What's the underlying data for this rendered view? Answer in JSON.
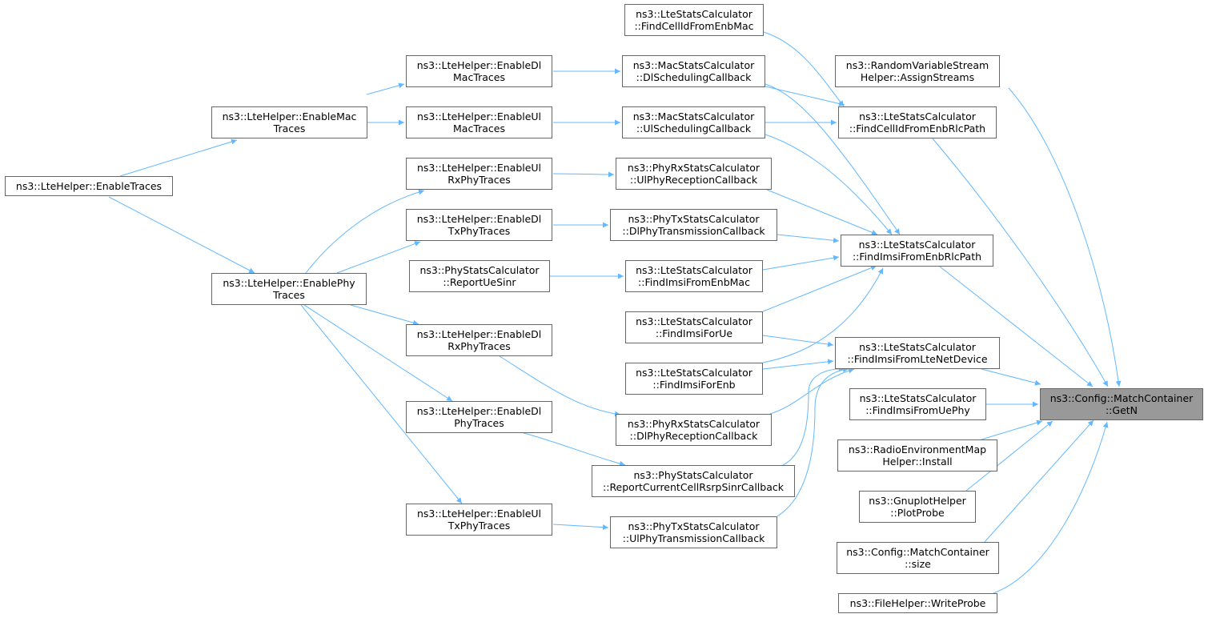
{
  "colors": {
    "edge": "#63b8ff",
    "node_border": "#666666",
    "node_fill": "#ffffff",
    "focus_fill": "#999999"
  },
  "nodes": {
    "enable_traces": {
      "lines": [
        "ns3::LteHelper::EnableTraces"
      ]
    },
    "enable_mac_traces": {
      "lines": [
        "ns3::LteHelper::EnableMac",
        "Traces"
      ]
    },
    "enable_phy_traces": {
      "lines": [
        "ns3::LteHelper::EnablePhy",
        "Traces"
      ]
    },
    "enable_dl_mac_traces": {
      "lines": [
        "ns3::LteHelper::EnableDl",
        "MacTraces"
      ]
    },
    "enable_ul_mac_traces": {
      "lines": [
        "ns3::LteHelper::EnableUl",
        "MacTraces"
      ]
    },
    "enable_ul_rx_phy_traces": {
      "lines": [
        "ns3::LteHelper::EnableUl",
        "RxPhyTraces"
      ]
    },
    "enable_dl_tx_phy_traces": {
      "lines": [
        "ns3::LteHelper::EnableDl",
        "TxPhyTraces"
      ]
    },
    "report_ue_sinr": {
      "lines": [
        "ns3::PhyStatsCalculator",
        "::ReportUeSinr"
      ]
    },
    "enable_dl_rx_phy_traces": {
      "lines": [
        "ns3::LteHelper::EnableDl",
        "RxPhyTraces"
      ]
    },
    "enable_dl_phy_traces": {
      "lines": [
        "ns3::LteHelper::EnableDl",
        "PhyTraces"
      ]
    },
    "enable_ul_tx_phy_traces": {
      "lines": [
        "ns3::LteHelper::EnableUl",
        "TxPhyTraces"
      ]
    },
    "find_cellid_from_enb_mac": {
      "lines": [
        "ns3::LteStatsCalculator",
        "::FindCellIdFromEnbMac"
      ]
    },
    "dl_scheduling_callback": {
      "lines": [
        "ns3::MacStatsCalculator",
        "::DlSchedulingCallback"
      ]
    },
    "ul_scheduling_callback": {
      "lines": [
        "ns3::MacStatsCalculator",
        "::UlSchedulingCallback"
      ]
    },
    "ul_phy_reception_callback": {
      "lines": [
        "ns3::PhyRxStatsCalculator",
        "::UlPhyReceptionCallback"
      ]
    },
    "dl_phy_transmission_callback": {
      "lines": [
        "ns3::PhyTxStatsCalculator",
        "::DlPhyTransmissionCallback"
      ]
    },
    "find_imsi_from_enb_mac": {
      "lines": [
        "ns3::LteStatsCalculator",
        "::FindImsiFromEnbMac"
      ]
    },
    "find_imsi_for_ue": {
      "lines": [
        "ns3::LteStatsCalculator",
        "::FindImsiForUe"
      ]
    },
    "find_imsi_for_enb": {
      "lines": [
        "ns3::LteStatsCalculator",
        "::FindImsiForEnb"
      ]
    },
    "dl_phy_reception_callback": {
      "lines": [
        "ns3::PhyRxStatsCalculator",
        "::DlPhyReceptionCallback"
      ]
    },
    "report_current_cell_rsrp_sinr": {
      "lines": [
        "ns3::PhyStatsCalculator",
        "::ReportCurrentCellRsrpSinrCallback"
      ]
    },
    "ul_phy_transmission_callback": {
      "lines": [
        "ns3::PhyTxStatsCalculator",
        "::UlPhyTransmissionCallback"
      ]
    },
    "random_variable_stream_helper": {
      "lines": [
        "ns3::RandomVariableStream",
        "Helper::AssignStreams"
      ]
    },
    "find_cellid_from_enb_rlc_path": {
      "lines": [
        "ns3::LteStatsCalculator",
        "::FindCellIdFromEnbRlcPath"
      ]
    },
    "find_imsi_from_enb_rlc_path": {
      "lines": [
        "ns3::LteStatsCalculator",
        "::FindImsiFromEnbRlcPath"
      ]
    },
    "find_imsi_from_lte_net_device": {
      "lines": [
        "ns3::LteStatsCalculator",
        "::FindImsiFromLteNetDevice"
      ]
    },
    "find_imsi_from_ue_phy": {
      "lines": [
        "ns3::LteStatsCalculator",
        "::FindImsiFromUePhy"
      ]
    },
    "radio_environment_map_helper": {
      "lines": [
        "ns3::RadioEnvironmentMap",
        "Helper::Install"
      ]
    },
    "gnuplot_helper_plot_probe": {
      "lines": [
        "ns3::GnuplotHelper",
        "::PlotProbe"
      ]
    },
    "match_container_size": {
      "lines": [
        "ns3::Config::MatchContainer",
        "::size"
      ]
    },
    "file_helper_write_probe": {
      "lines": [
        "ns3::FileHelper::WriteProbe"
      ]
    },
    "match_container_getn": {
      "lines": [
        "ns3::Config::MatchContainer",
        "::GetN"
      ]
    }
  }
}
